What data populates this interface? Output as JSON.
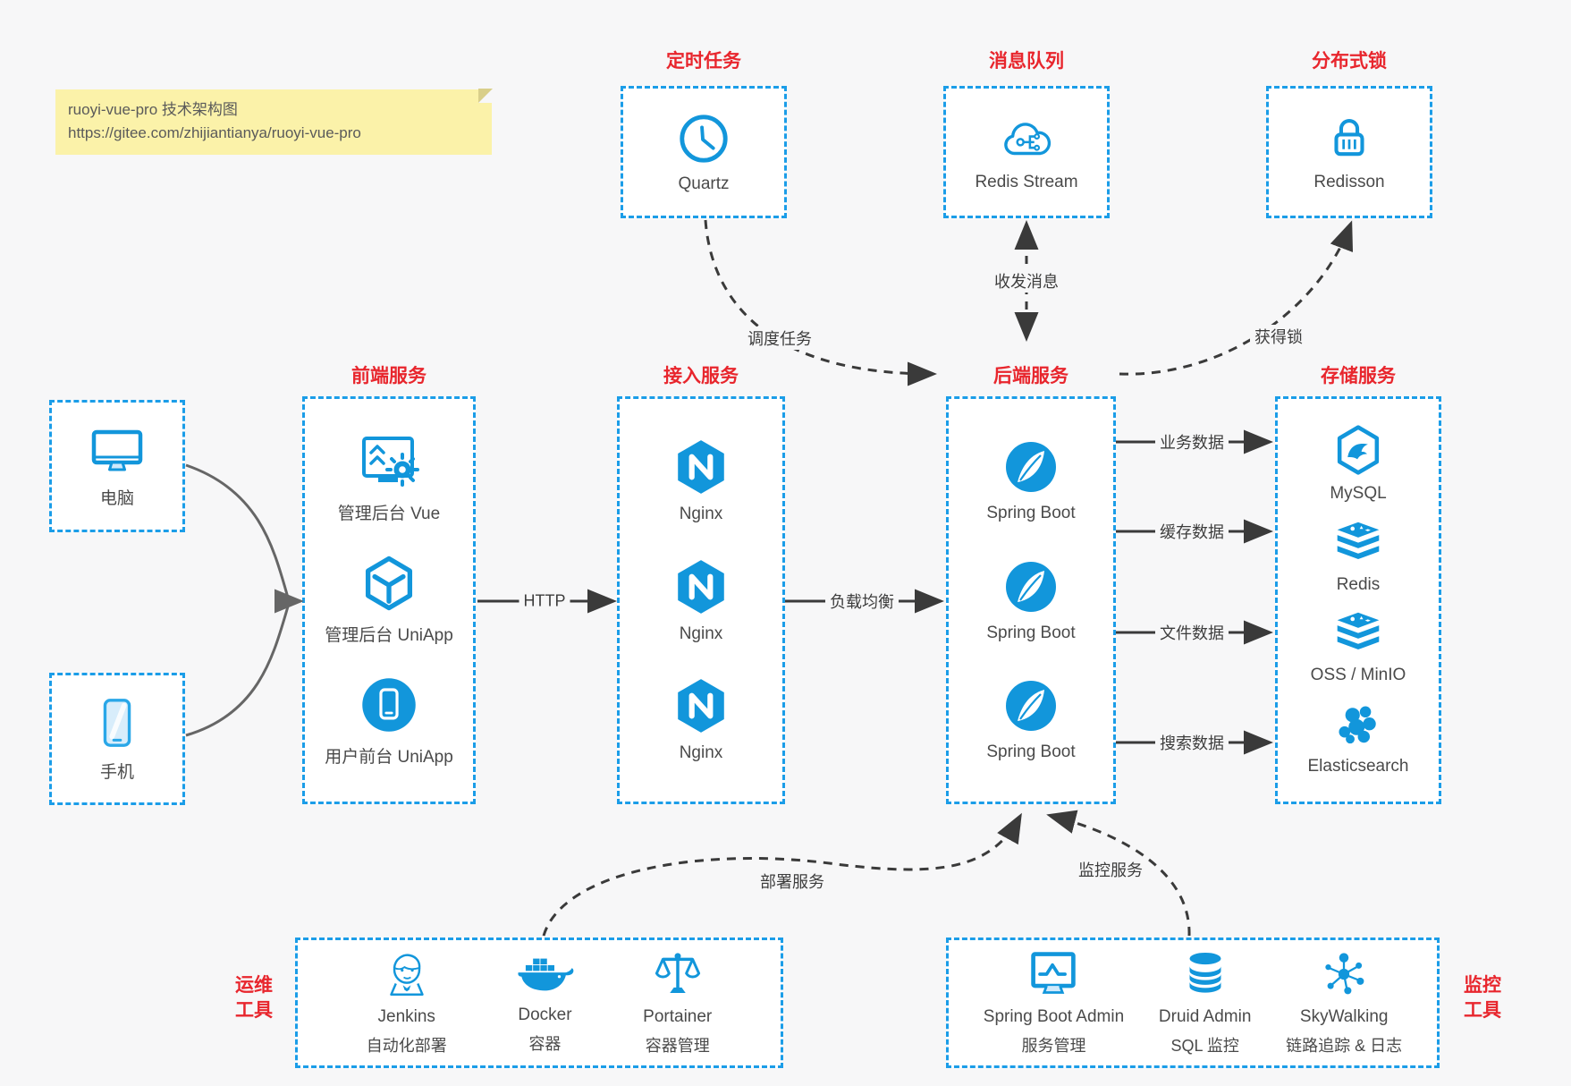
{
  "note": {
    "line1": "ruoyi-vue-pro 技术架构图",
    "line2": "https://gitee.com/zhijiantianya/ruoyi-vue-pro"
  },
  "groups": {
    "scheduled": {
      "title": "定时任务",
      "item": {
        "label": "Quartz",
        "icon": "clock-icon"
      }
    },
    "mq": {
      "title": "消息队列",
      "item": {
        "label": "Redis Stream",
        "icon": "cloud-icon"
      }
    },
    "lock": {
      "title": "分布式锁",
      "item": {
        "label": "Redisson",
        "icon": "lock-icon"
      }
    },
    "clients": {
      "computer": "电脑",
      "phone": "手机"
    },
    "frontend": {
      "title": "前端服务",
      "items": [
        "管理后台 Vue",
        "管理后台 UniApp",
        "用户前台 UniApp"
      ]
    },
    "gateway": {
      "title": "接入服务",
      "items": [
        "Nginx",
        "Nginx",
        "Nginx"
      ]
    },
    "backend": {
      "title": "后端服务",
      "items": [
        "Spring Boot",
        "Spring Boot",
        "Spring Boot"
      ]
    },
    "storage": {
      "title": "存储服务",
      "items": [
        "MySQL",
        "Redis",
        "OSS / MinIO",
        "Elasticsearch"
      ]
    },
    "ops": {
      "side_line1": "运维",
      "side_line2": "工具",
      "items": [
        {
          "name": "Jenkins",
          "desc": "自动化部署"
        },
        {
          "name": "Docker",
          "desc": "容器"
        },
        {
          "name": "Portainer",
          "desc": "容器管理"
        }
      ]
    },
    "monitor": {
      "side_line1": "监控",
      "side_line2": "工具",
      "items": [
        {
          "name": "Spring Boot Admin",
          "desc": "服务管理"
        },
        {
          "name": "Druid Admin",
          "desc": "SQL 监控"
        },
        {
          "name": "SkyWalking",
          "desc": "链路追踪 & 日志"
        }
      ]
    }
  },
  "edges": {
    "http": "HTTP",
    "load_balance": "负载均衡",
    "schedule": "调度任务",
    "message": "收发消息",
    "acquire_lock": "获得锁",
    "business_data": "业务数据",
    "cache_data": "缓存数据",
    "file_data": "文件数据",
    "search_data": "搜索数据",
    "deploy": "部署服务",
    "monitoring": "监控服务"
  },
  "colors": {
    "border_blue": "#1b9de8",
    "icon_blue": "#1296db",
    "title_red": "#e8262d",
    "note_bg": "#fbf2a9",
    "arrow_dark": "#3a3a3a",
    "arrow_gray": "#666666",
    "background": "#f7f7f8"
  }
}
